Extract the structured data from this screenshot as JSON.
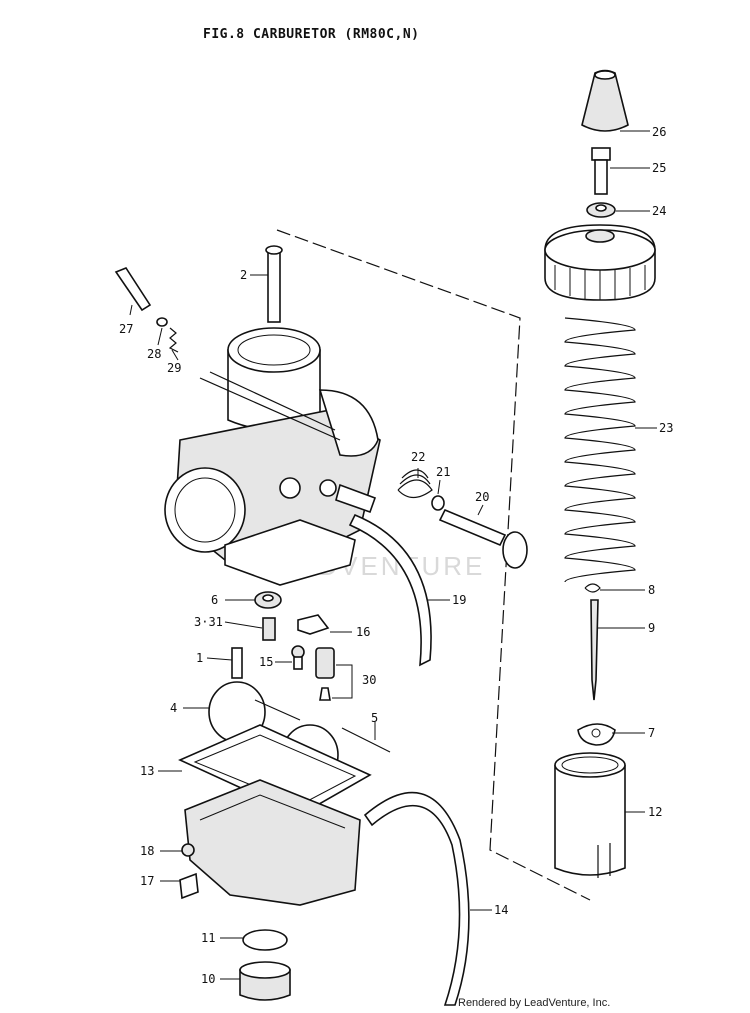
{
  "title": "FIG.8  CARBURETOR (RM80C,N)",
  "watermark": "ADVENTURE",
  "credit": "Rendered by LeadVenture, Inc.",
  "callouts": {
    "c1": "1",
    "c2": "2",
    "c331": "3·31",
    "c4": "4",
    "c5": "5",
    "c6": "6",
    "c7": "7",
    "c8": "8",
    "c9": "9",
    "c10": "10",
    "c11": "11",
    "c12": "12",
    "c13": "13",
    "c14": "14",
    "c15": "15",
    "c16": "16",
    "c17": "17",
    "c18": "18",
    "c19": "19",
    "c20": "20",
    "c21": "21",
    "c22": "22",
    "c23": "23",
    "c24": "24",
    "c25": "25",
    "c26": "26",
    "c27": "27",
    "c28": "28",
    "c29": "29",
    "c30": "30"
  }
}
